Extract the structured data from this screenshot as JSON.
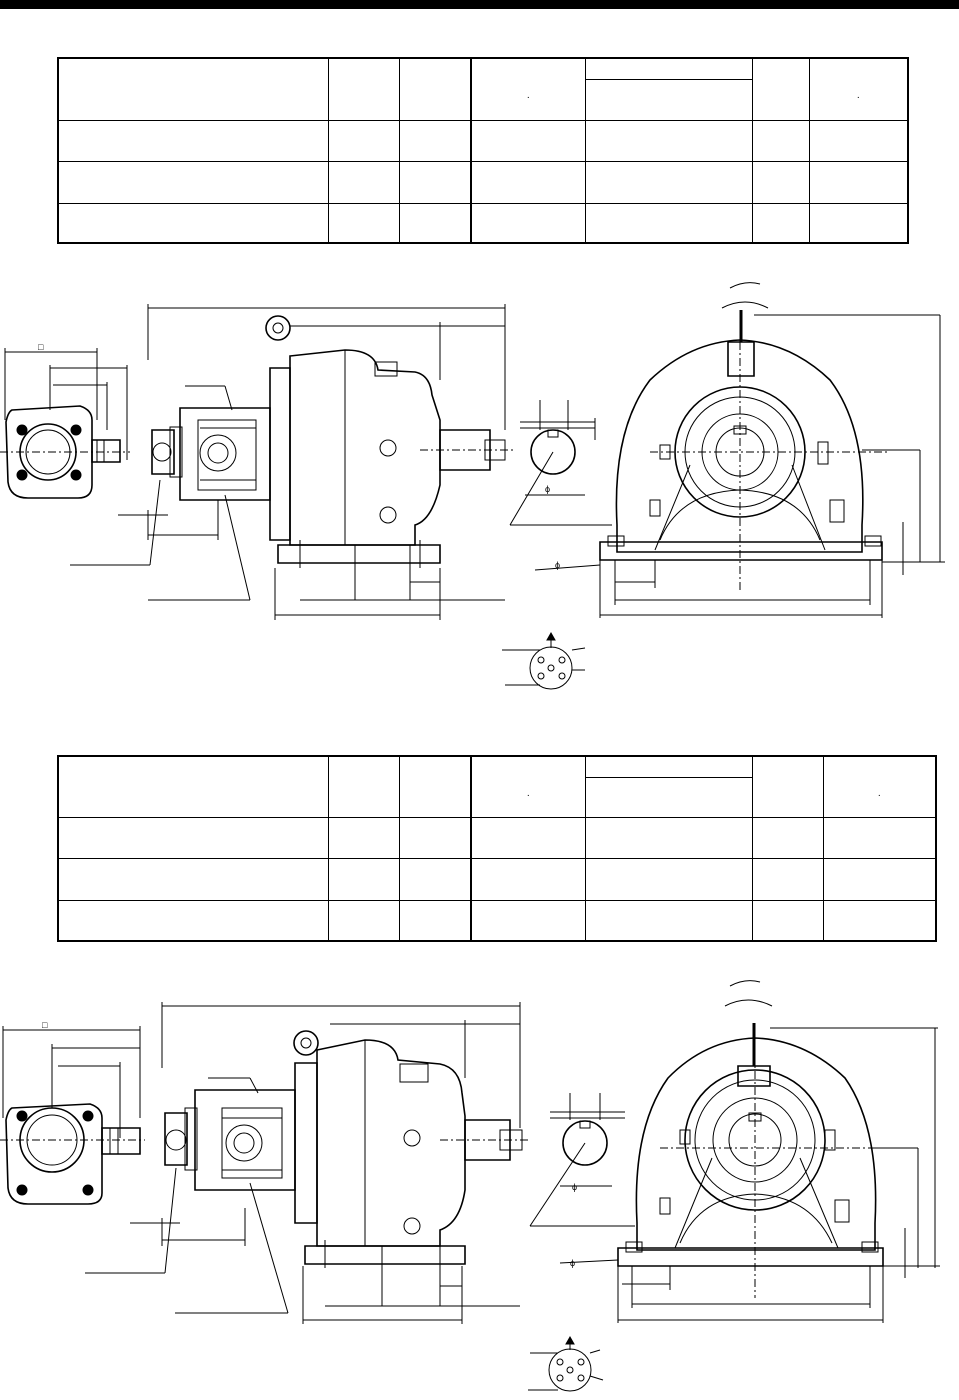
{
  "header": {
    "bar_color": "#000000"
  },
  "tables": [
    {
      "header_marks": [
        "·",
        "·"
      ]
    },
    {
      "header_marks": [
        "·",
        "·"
      ]
    }
  ],
  "drawings": [
    {
      "symbols": {
        "square": "□",
        "phi_1": "ϕ",
        "phi_2": "ϕ"
      }
    },
    {
      "symbols": {
        "square": "□",
        "phi_1": "ϕ",
        "phi_2": "ϕ"
      }
    }
  ],
  "icons": [
    "rotation-arrow-icon",
    "direction-arrow-icon",
    "terminal-box-icon"
  ]
}
